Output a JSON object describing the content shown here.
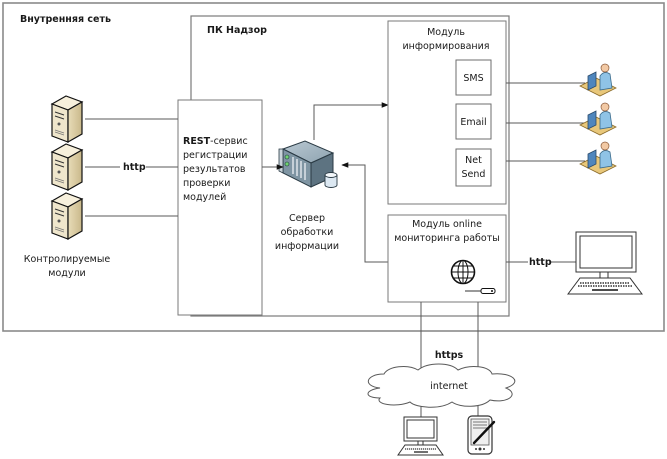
{
  "diagram": {
    "outer_zone": {
      "title": "Внутренняя сеть"
    },
    "system": {
      "title": "ПК Надзор"
    },
    "controlled_modules": {
      "label_lines": [
        "Контролируемые",
        "модули"
      ],
      "count": 3,
      "icon": "tower-server-icon"
    },
    "rest_service": {
      "title_bold": "REST",
      "title_rest": "-сервис",
      "lines": [
        "регистрации",
        "результатов",
        "проверки",
        "модулей"
      ]
    },
    "processing_server": {
      "label_lines": [
        "Сервер",
        "обработки",
        "информации"
      ],
      "icon": "rack-server-with-database-icon"
    },
    "informing_module": {
      "title_lines": [
        "Модуль",
        "информирования"
      ],
      "channels": [
        {
          "lines": [
            "SMS"
          ]
        },
        {
          "lines": [
            "Email"
          ]
        },
        {
          "lines": [
            "Net",
            "Send"
          ]
        }
      ]
    },
    "monitoring_module": {
      "title_lines": [
        "Модуль online",
        "мониторинга работы"
      ],
      "icon": "globe-icon"
    },
    "operators": {
      "count": 3,
      "icon": "operator-workstation-icon"
    },
    "protocols": {
      "modules_link": "http",
      "monitor_link": "http",
      "internet_link": "https"
    },
    "cloud": {
      "label": "internet"
    },
    "external_clients": [
      {
        "icon": "desktop-computer-icon"
      },
      {
        "icon": "pda-tablet-icon"
      }
    ],
    "local_client": {
      "icon": "desktop-computer-icon"
    },
    "colors": {
      "line": "#5a5a5a",
      "box_border": "#6e6e6e",
      "tower_front": "#efe6cc",
      "server_body": "#7f95a3",
      "operator_body": "#8fc3e6",
      "desk": "#e8c77a"
    }
  }
}
